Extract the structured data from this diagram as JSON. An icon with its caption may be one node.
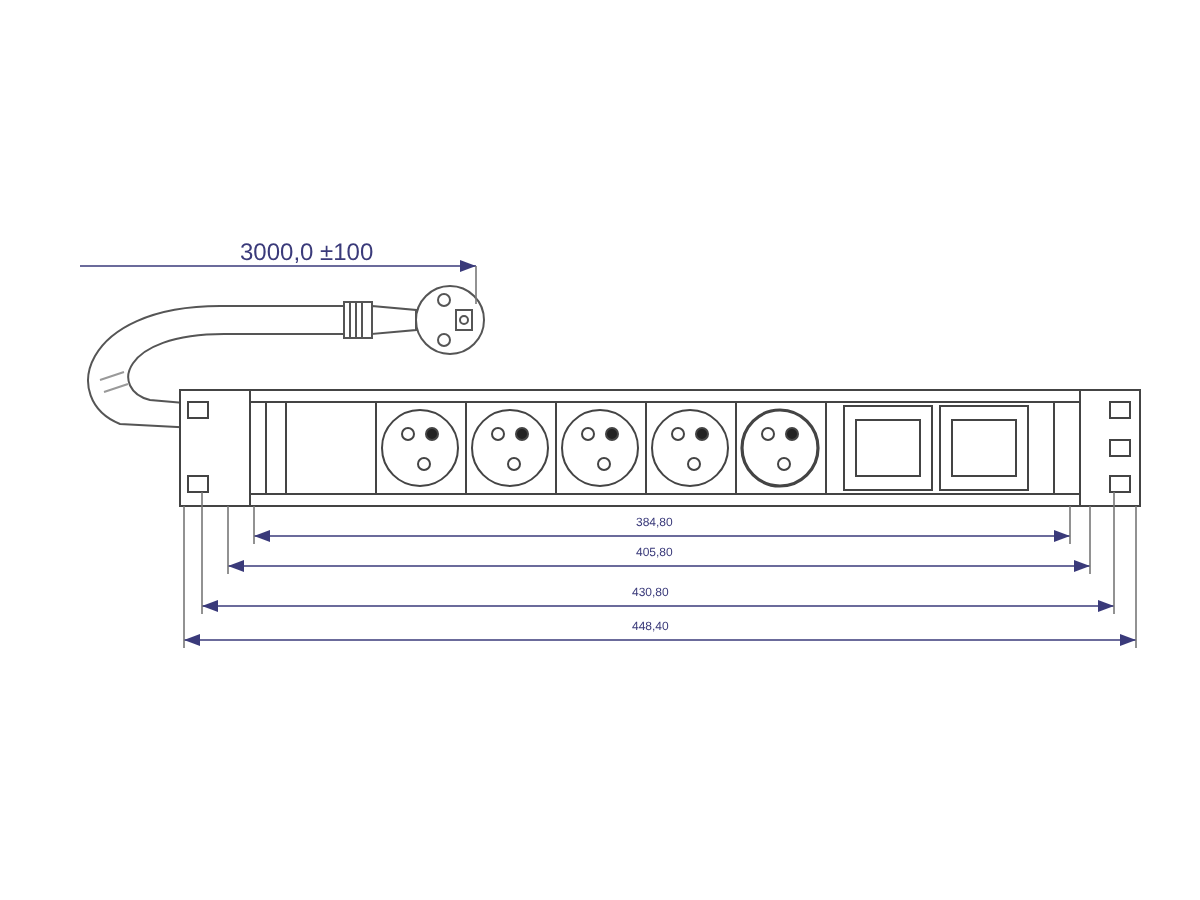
{
  "diagram": {
    "labels": [
      "3000,0 ±100",
      "384,80",
      "405,80",
      "430,80",
      "448,40"
    ]
  }
}
